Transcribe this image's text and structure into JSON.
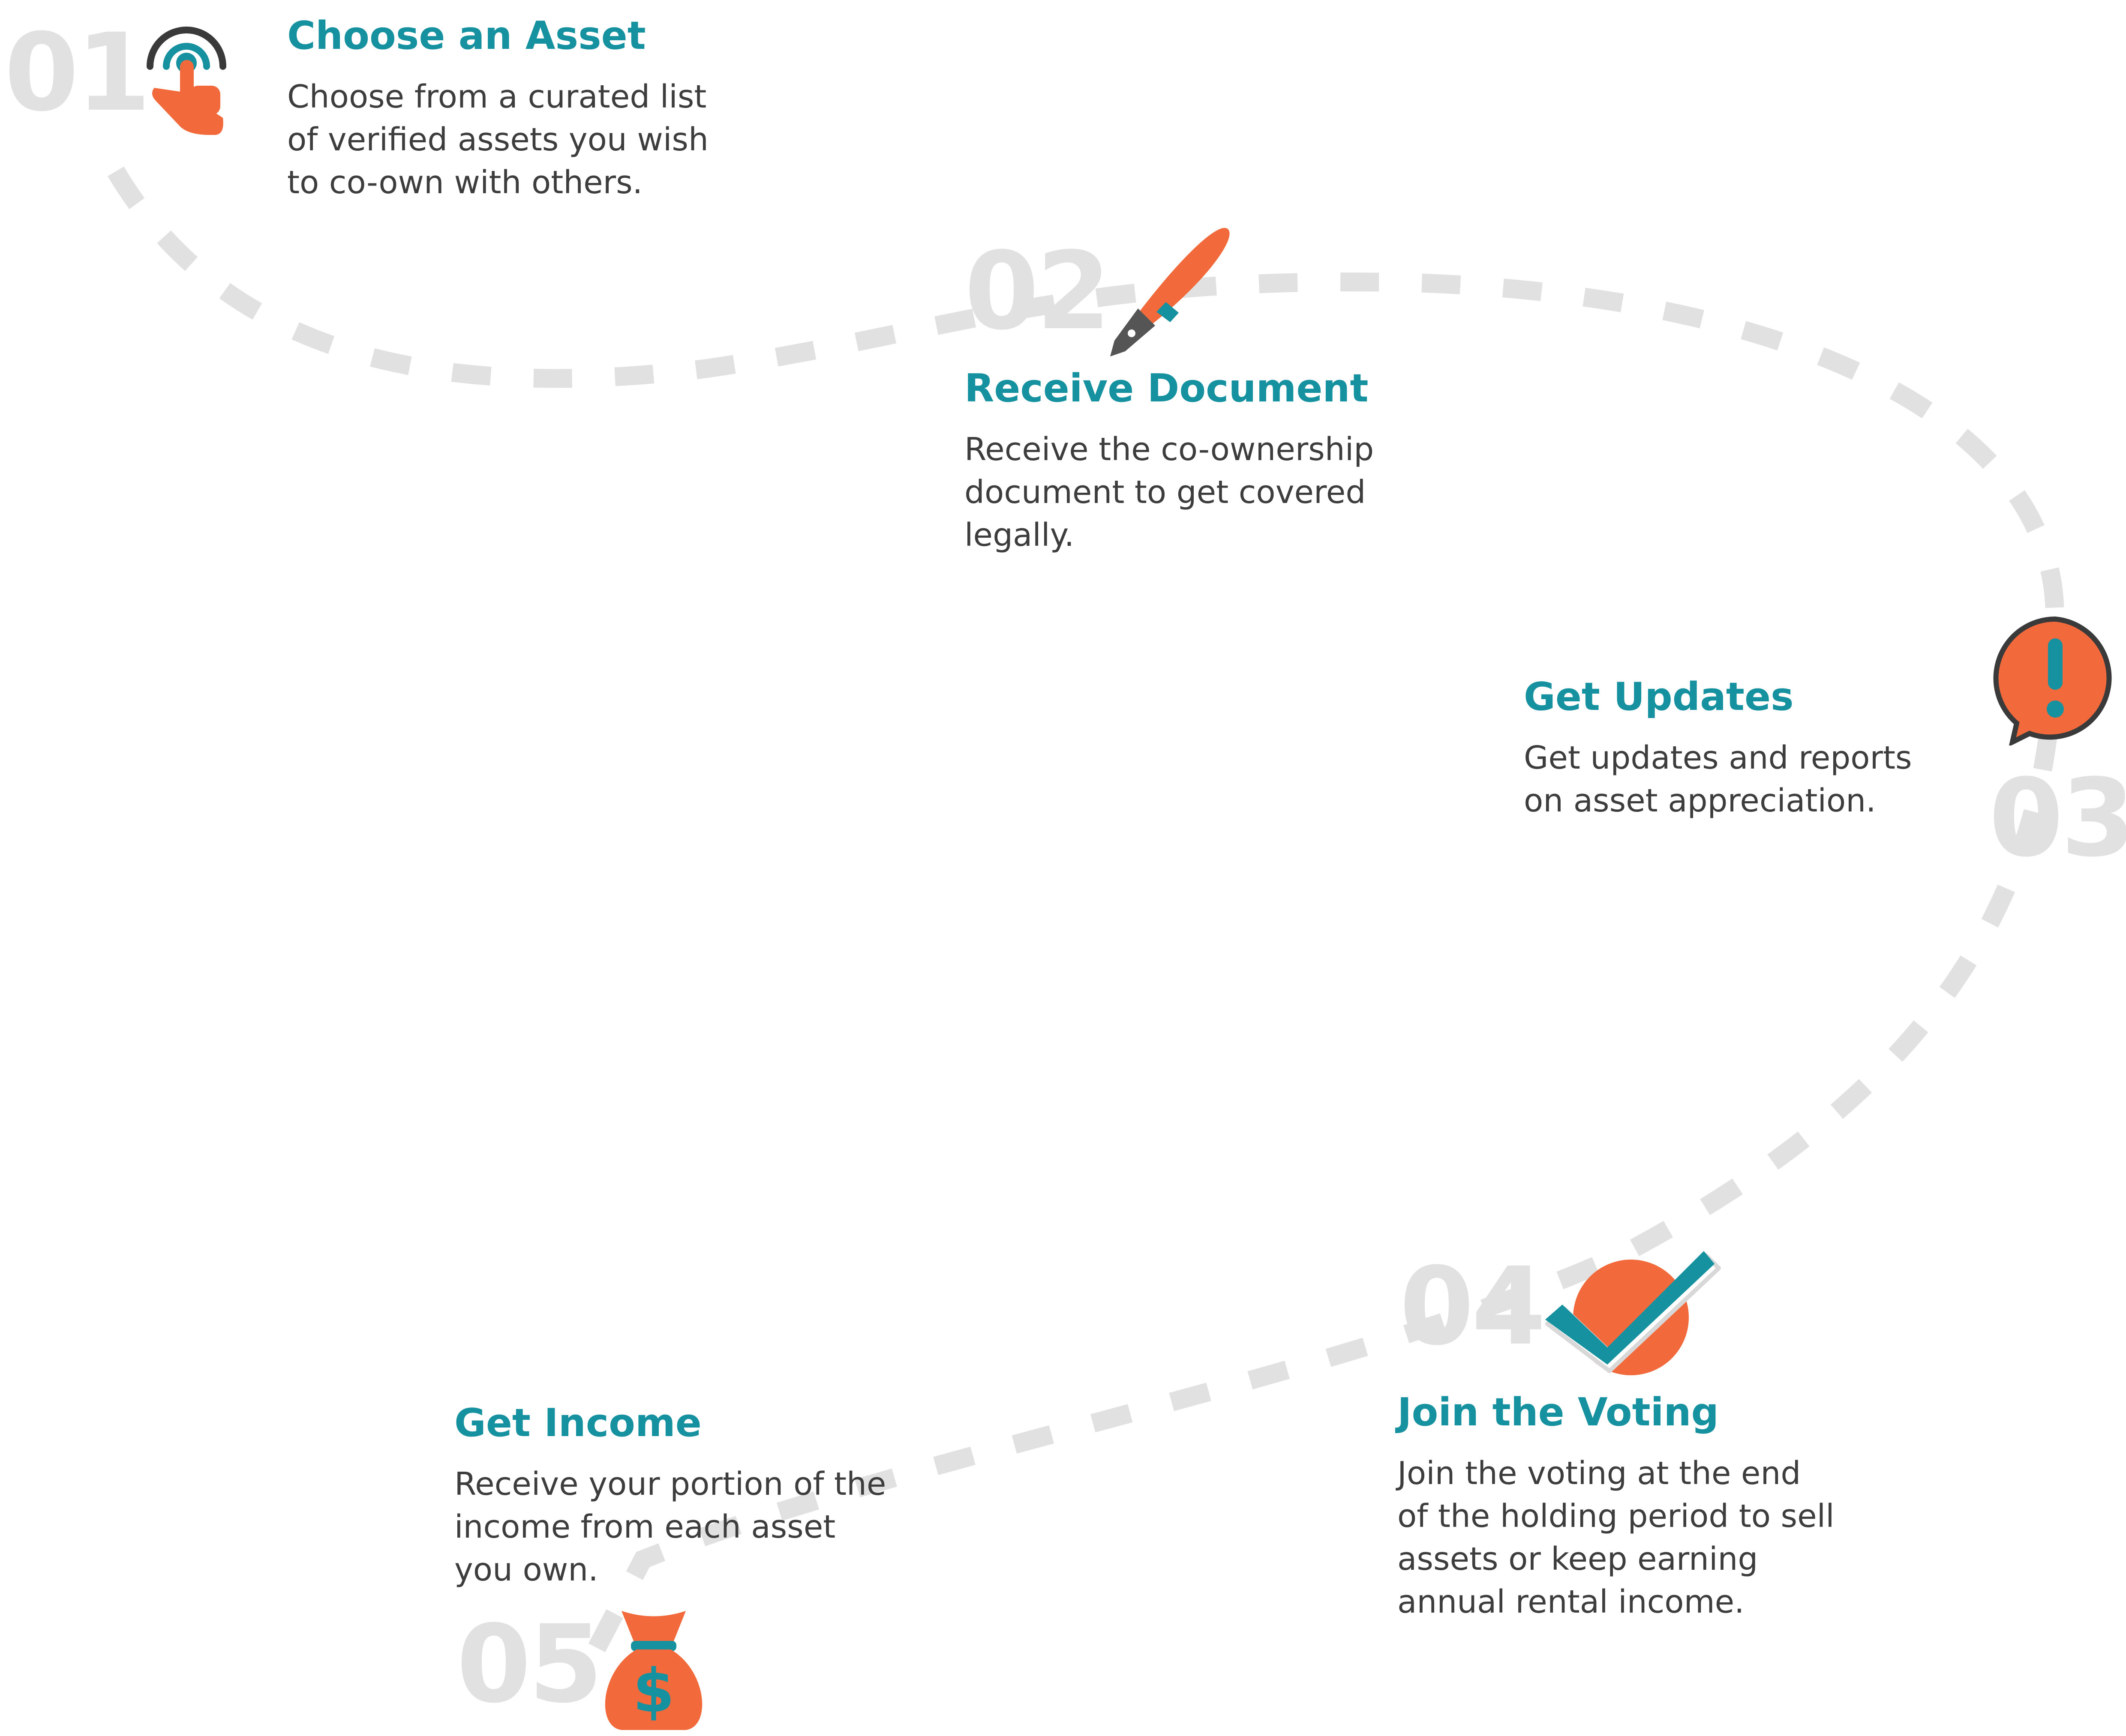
{
  "colors": {
    "accent": "#15919f",
    "icon_orange": "#f26a3c",
    "dash": "#e1e1e1",
    "number": "#e1e1e1",
    "text": "#3d3d3d"
  },
  "steps": [
    {
      "number": "01",
      "title": "Choose an Asset",
      "description": [
        "Choose from a curated list",
        "of verified assets you wish",
        "to co-own with others."
      ],
      "icon": "touch-hand-icon"
    },
    {
      "number": "02",
      "title": "Receive Document",
      "description": [
        "Receive the co-ownership",
        "document to get covered",
        "legally."
      ],
      "icon": "fountain-pen-icon"
    },
    {
      "number": "03",
      "title": "Get Updates",
      "description": [
        "Get updates and reports",
        "on asset appreciation."
      ],
      "icon": "alert-bubble-icon"
    },
    {
      "number": "04",
      "title": "Join the Voting",
      "description": [
        "Join the voting at the end",
        "of the holding period to sell",
        "assets or keep earning",
        "annual rental income."
      ],
      "icon": "checkmark-icon"
    },
    {
      "number": "05",
      "title": "Get Income",
      "description": [
        "Receive your portion of the",
        "income from each asset",
        "you own."
      ],
      "icon": "money-bag-icon"
    }
  ]
}
